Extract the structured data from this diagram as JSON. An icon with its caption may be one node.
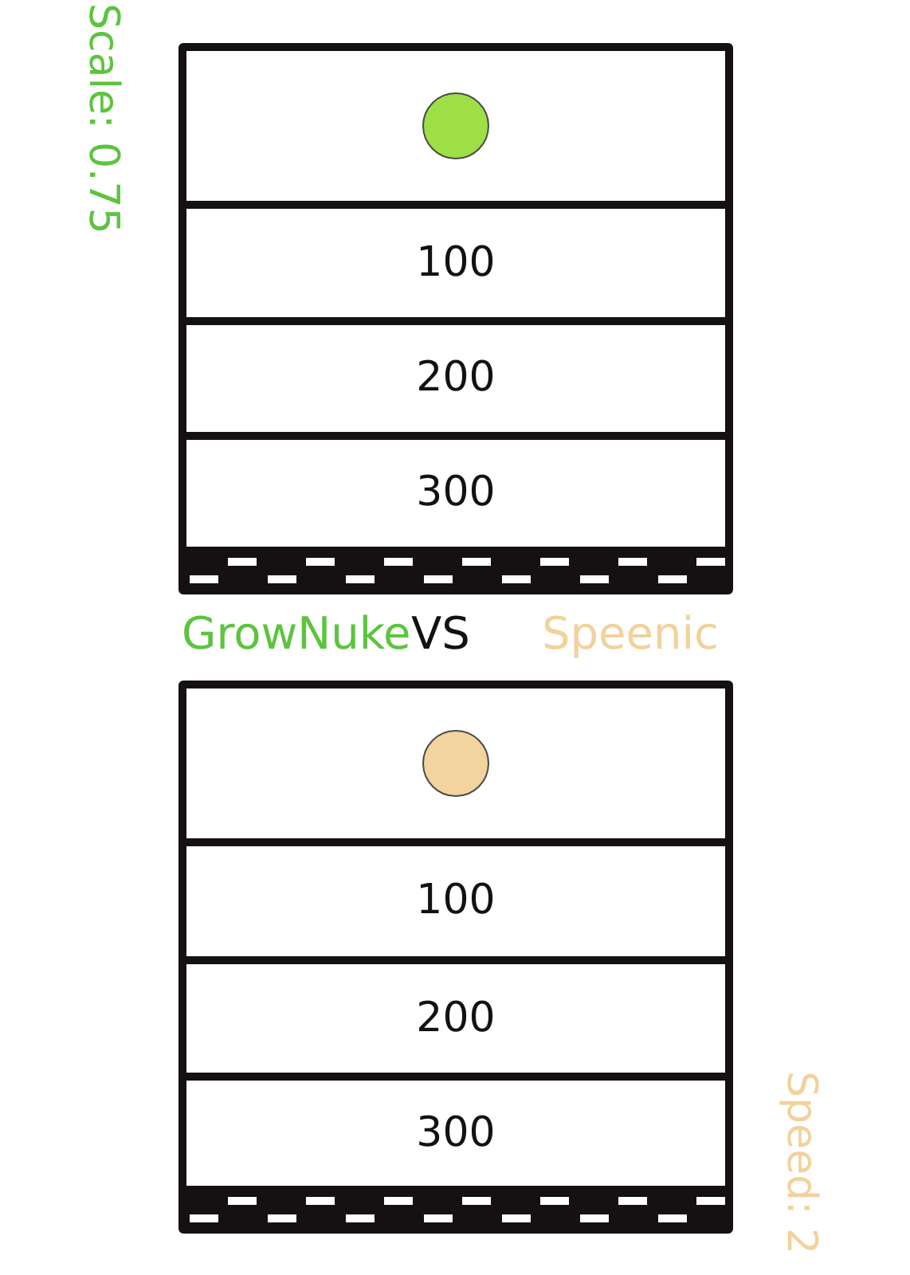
{
  "diagram": {
    "nodes": [
      {
        "text": [],
        "shape": "box"
      },
      {
        "text": [],
        "shape": "box",
        "in": 0
      },
      {
        "text": [],
        "shape": "circle",
        "in": 1
      },
      {
        "text": [
          "100"
        ],
        "in": 0
      },
      {
        "text": [
          "200"
        ],
        "in": 0
      },
      {
        "text": [
          "300"
        ],
        "in": 0
      },
      {
        "text": [],
        "shape": "box"
      },
      {
        "text": [],
        "shape": "box",
        "in": 6
      },
      {
        "text": [],
        "shape": "circle",
        "in": 7
      },
      {
        "text": [
          "100"
        ],
        "in": 6
      },
      {
        "text": [
          "200"
        ],
        "in": 6
      },
      {
        "text": [
          "300"
        ],
        "in": 6
      }
    ],
    "labels": [
      "Scale: 0.75",
      "GrowNuke",
      "VS",
      "Speenic",
      "Speed: 2"
    ]
  }
}
